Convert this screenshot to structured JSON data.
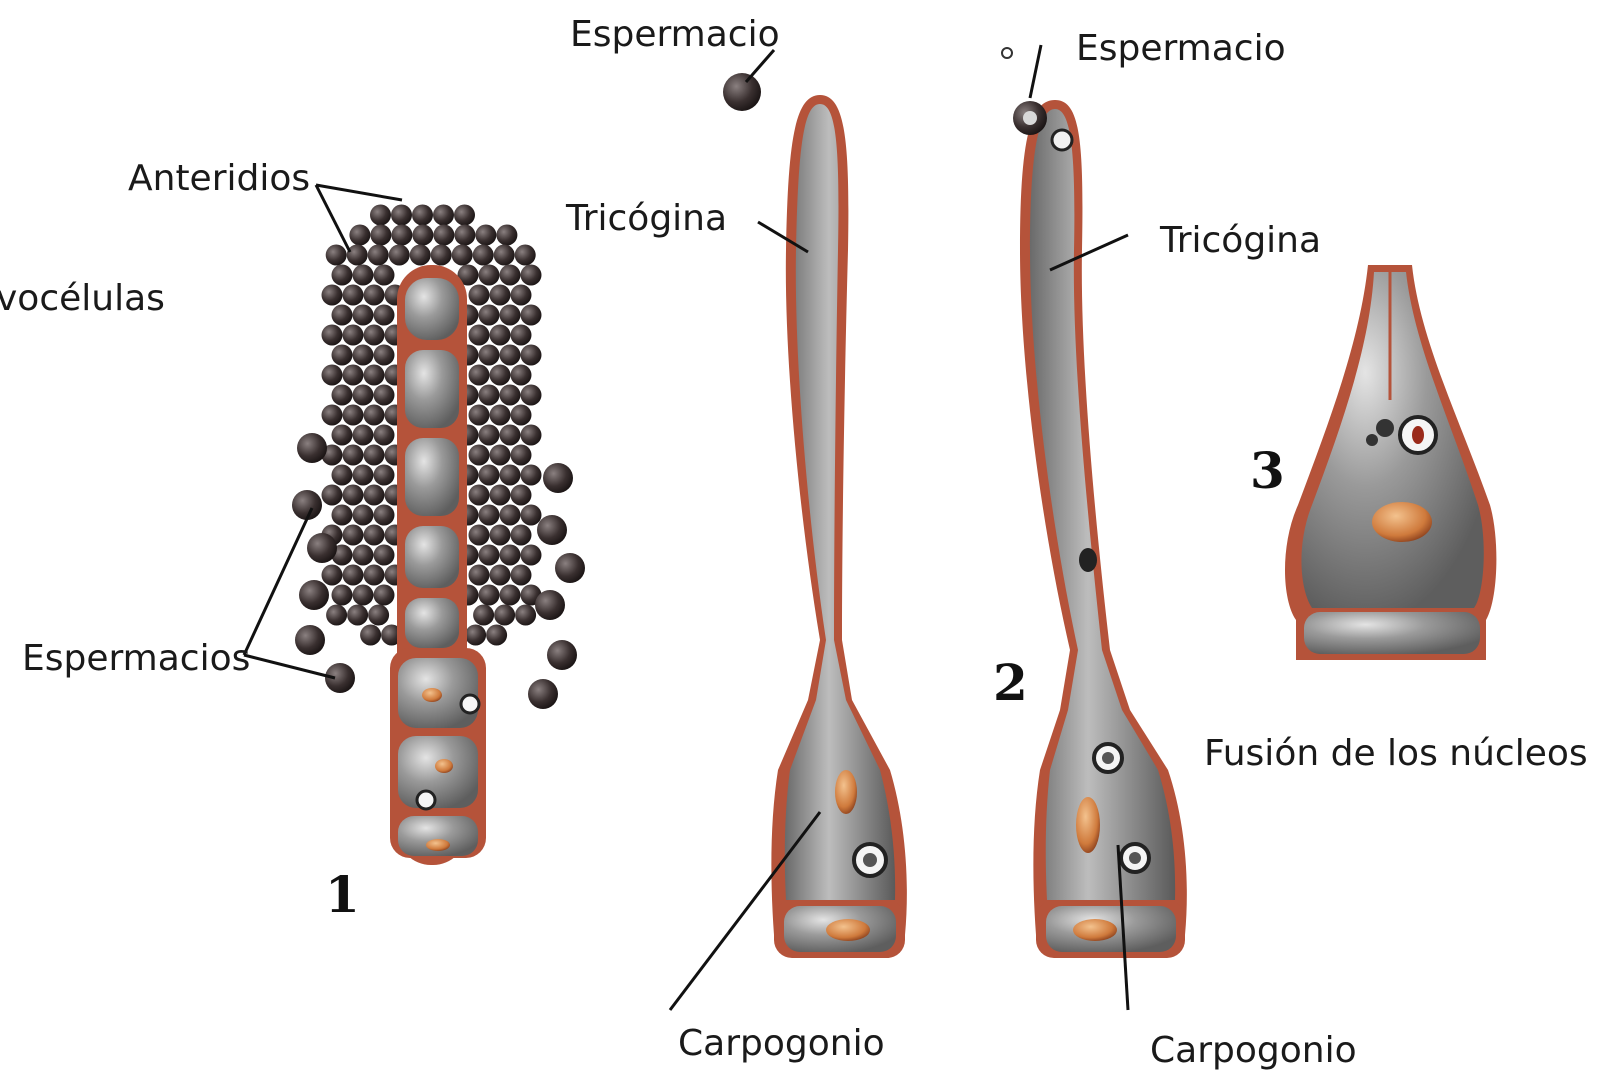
{
  "colors": {
    "wall": "#b5533a",
    "cell_interior": "#8e8e8e",
    "cell_highlight": "#d9d9d9",
    "granule": "#3a3030",
    "nucleus": "#d98a4a",
    "text": "#1a1a1a"
  },
  "labels": {
    "anteridios": "Anteridios",
    "vocelulas": "vocélulas",
    "espermacios": "Espermacios",
    "espermacio_1": "Espermacio",
    "espermacio_2": "Espermacio",
    "tricogina_1": "Tricógina",
    "tricogina_2": "Tricógina",
    "carpogonio_1": "Carpogonio",
    "carpogonio_2": "Carpogonio",
    "fusion": "Fusión de los núcleos"
  },
  "numbers": {
    "stage_1": "1",
    "stage_2": "2",
    "stage_3": "3"
  }
}
